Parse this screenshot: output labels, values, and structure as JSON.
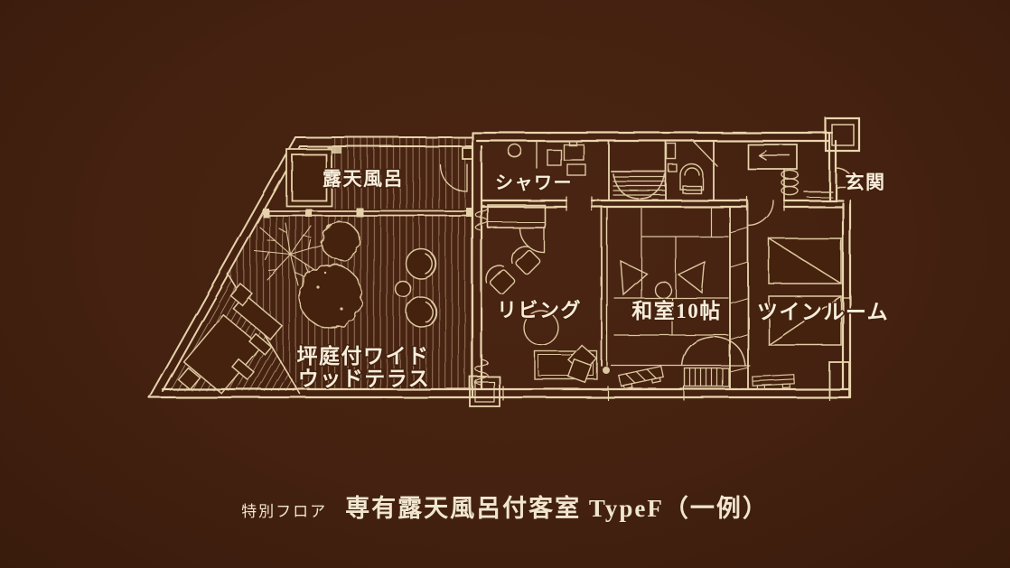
{
  "scene": {
    "background_color": "#44210f",
    "line_color": "#e6d2aa",
    "text_color": "#f6eedb"
  },
  "floorplan": {
    "labels": {
      "open_air_bath": "露天風呂",
      "shower": "シャワー",
      "entrance": "玄関",
      "living": "リビング",
      "japanese_room": "和室10帖",
      "twin_room": "ツインルーム",
      "terrace_line1": "坪庭付ワイド",
      "terrace_line2": "ウッドテラス"
    }
  },
  "caption": {
    "prefix": "特別フロア",
    "title": "専有露天風呂付客室 TypeF（一例）"
  }
}
